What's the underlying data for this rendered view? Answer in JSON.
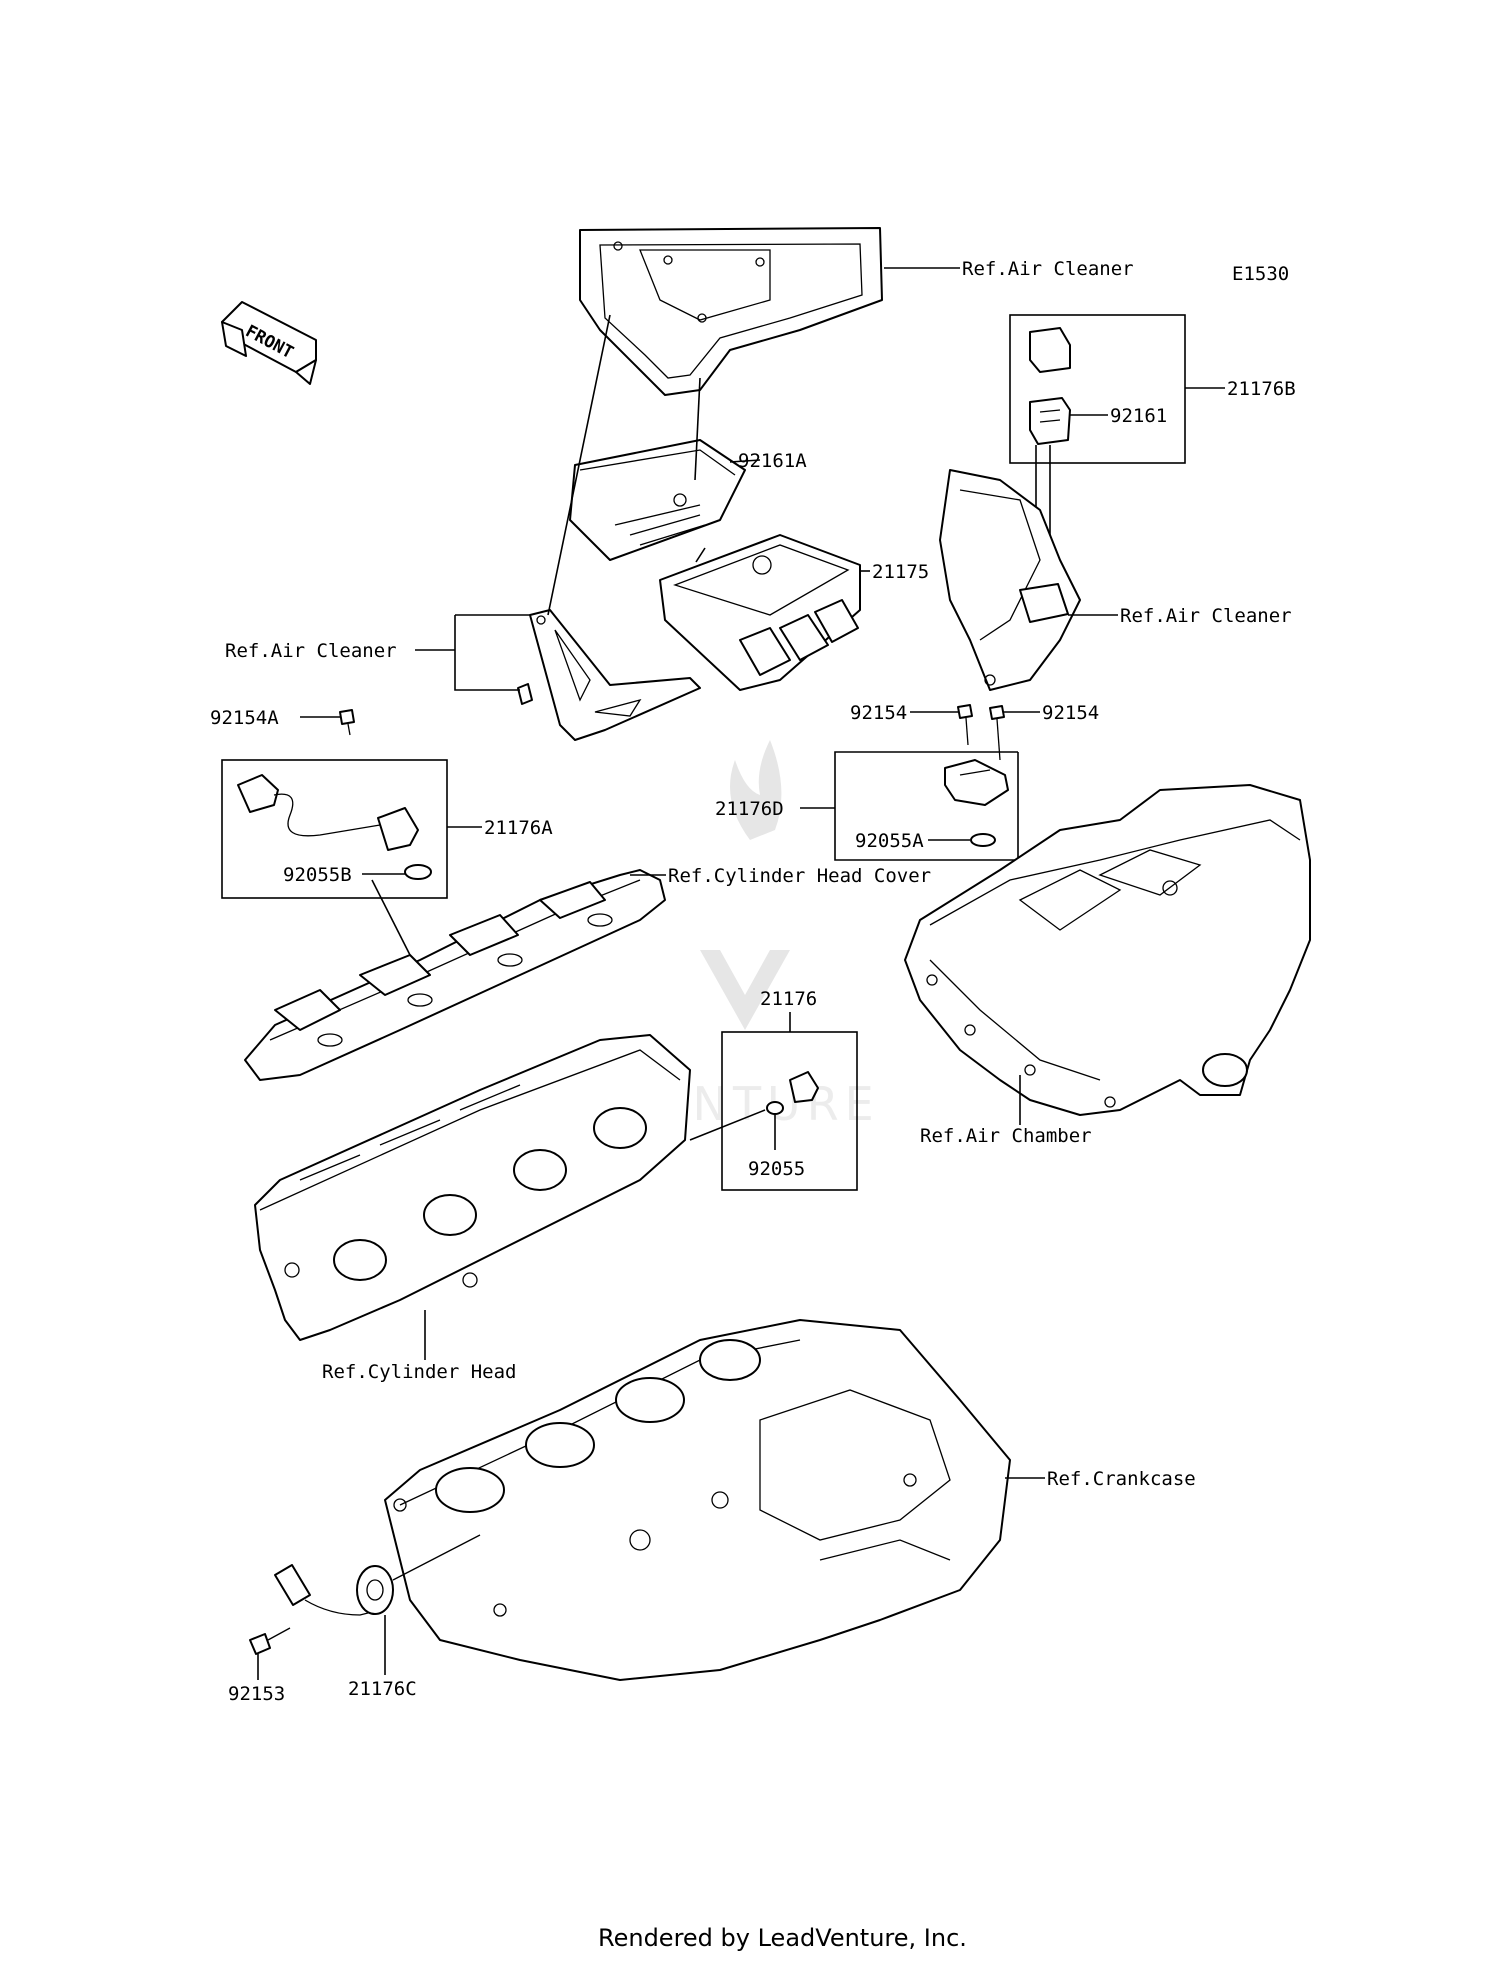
{
  "diagram_code": "E1530",
  "front_arrow_label": "FRONT",
  "watermark_text": "VENTURE",
  "footer": "Rendered by LeadVenture, Inc.",
  "callouts": {
    "ref_air_cleaner_top": "Ref.Air Cleaner",
    "part_21176B": "21176B",
    "part_92161": "92161",
    "part_92161A": "92161A",
    "part_21175": "21175",
    "ref_air_cleaner_right": "Ref.Air Cleaner",
    "ref_air_cleaner_left": "Ref.Air Cleaner",
    "part_92154A": "92154A",
    "part_92154_left": "92154",
    "part_92154_right": "92154",
    "part_21176D": "21176D",
    "part_92055A": "92055A",
    "part_21176A": "21176A",
    "part_92055B": "92055B",
    "ref_cylinder_head_cover": "Ref.Cylinder Head Cover",
    "part_21176": "21176",
    "part_92055": "92055",
    "ref_air_chamber": "Ref.Air Chamber",
    "ref_cylinder_head": "Ref.Cylinder Head",
    "ref_crankcase": "Ref.Crankcase",
    "part_92153": "92153",
    "part_21176C": "21176C"
  }
}
